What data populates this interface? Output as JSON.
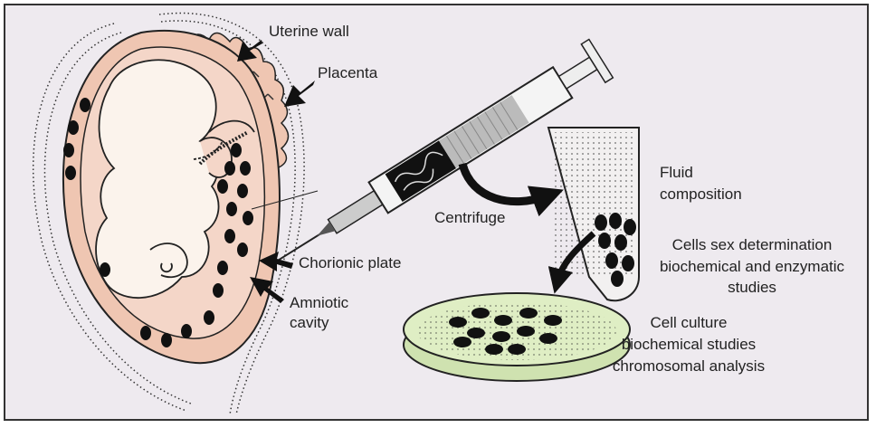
{
  "labels": {
    "uterine_wall": "Uterine wall",
    "placenta": "Placenta",
    "chorionic_plate": "Chorionic plate",
    "amniotic_cavity_line1": "Amniotic",
    "amniotic_cavity_line2": "cavity",
    "centrifuge": "Centrifuge",
    "fluid_composition_line1": "Fluid",
    "fluid_composition_line2": "composition",
    "cells_line1": "Cells sex determination",
    "cells_line2": "biochemical and enzymatic",
    "cells_line3": "studies",
    "culture_line1": "Cell culture",
    "culture_line2": "biochemical studies",
    "culture_line3": "chromosomal analysis"
  },
  "colors": {
    "background": "#eeeaef",
    "uterus_fill": "#efc6b2",
    "amniotic_fill": "#f4d6c8",
    "fetus_fill": "#fbf3ec",
    "dish_fill": "#dfeec4",
    "tube_fill": "#f2f0f0",
    "outline": "#222222"
  },
  "icons": {
    "fetus": "fetus-illustration",
    "syringe": "syringe-icon",
    "test_tube": "test-tube-icon",
    "petri_dish": "petri-dish-icon"
  }
}
